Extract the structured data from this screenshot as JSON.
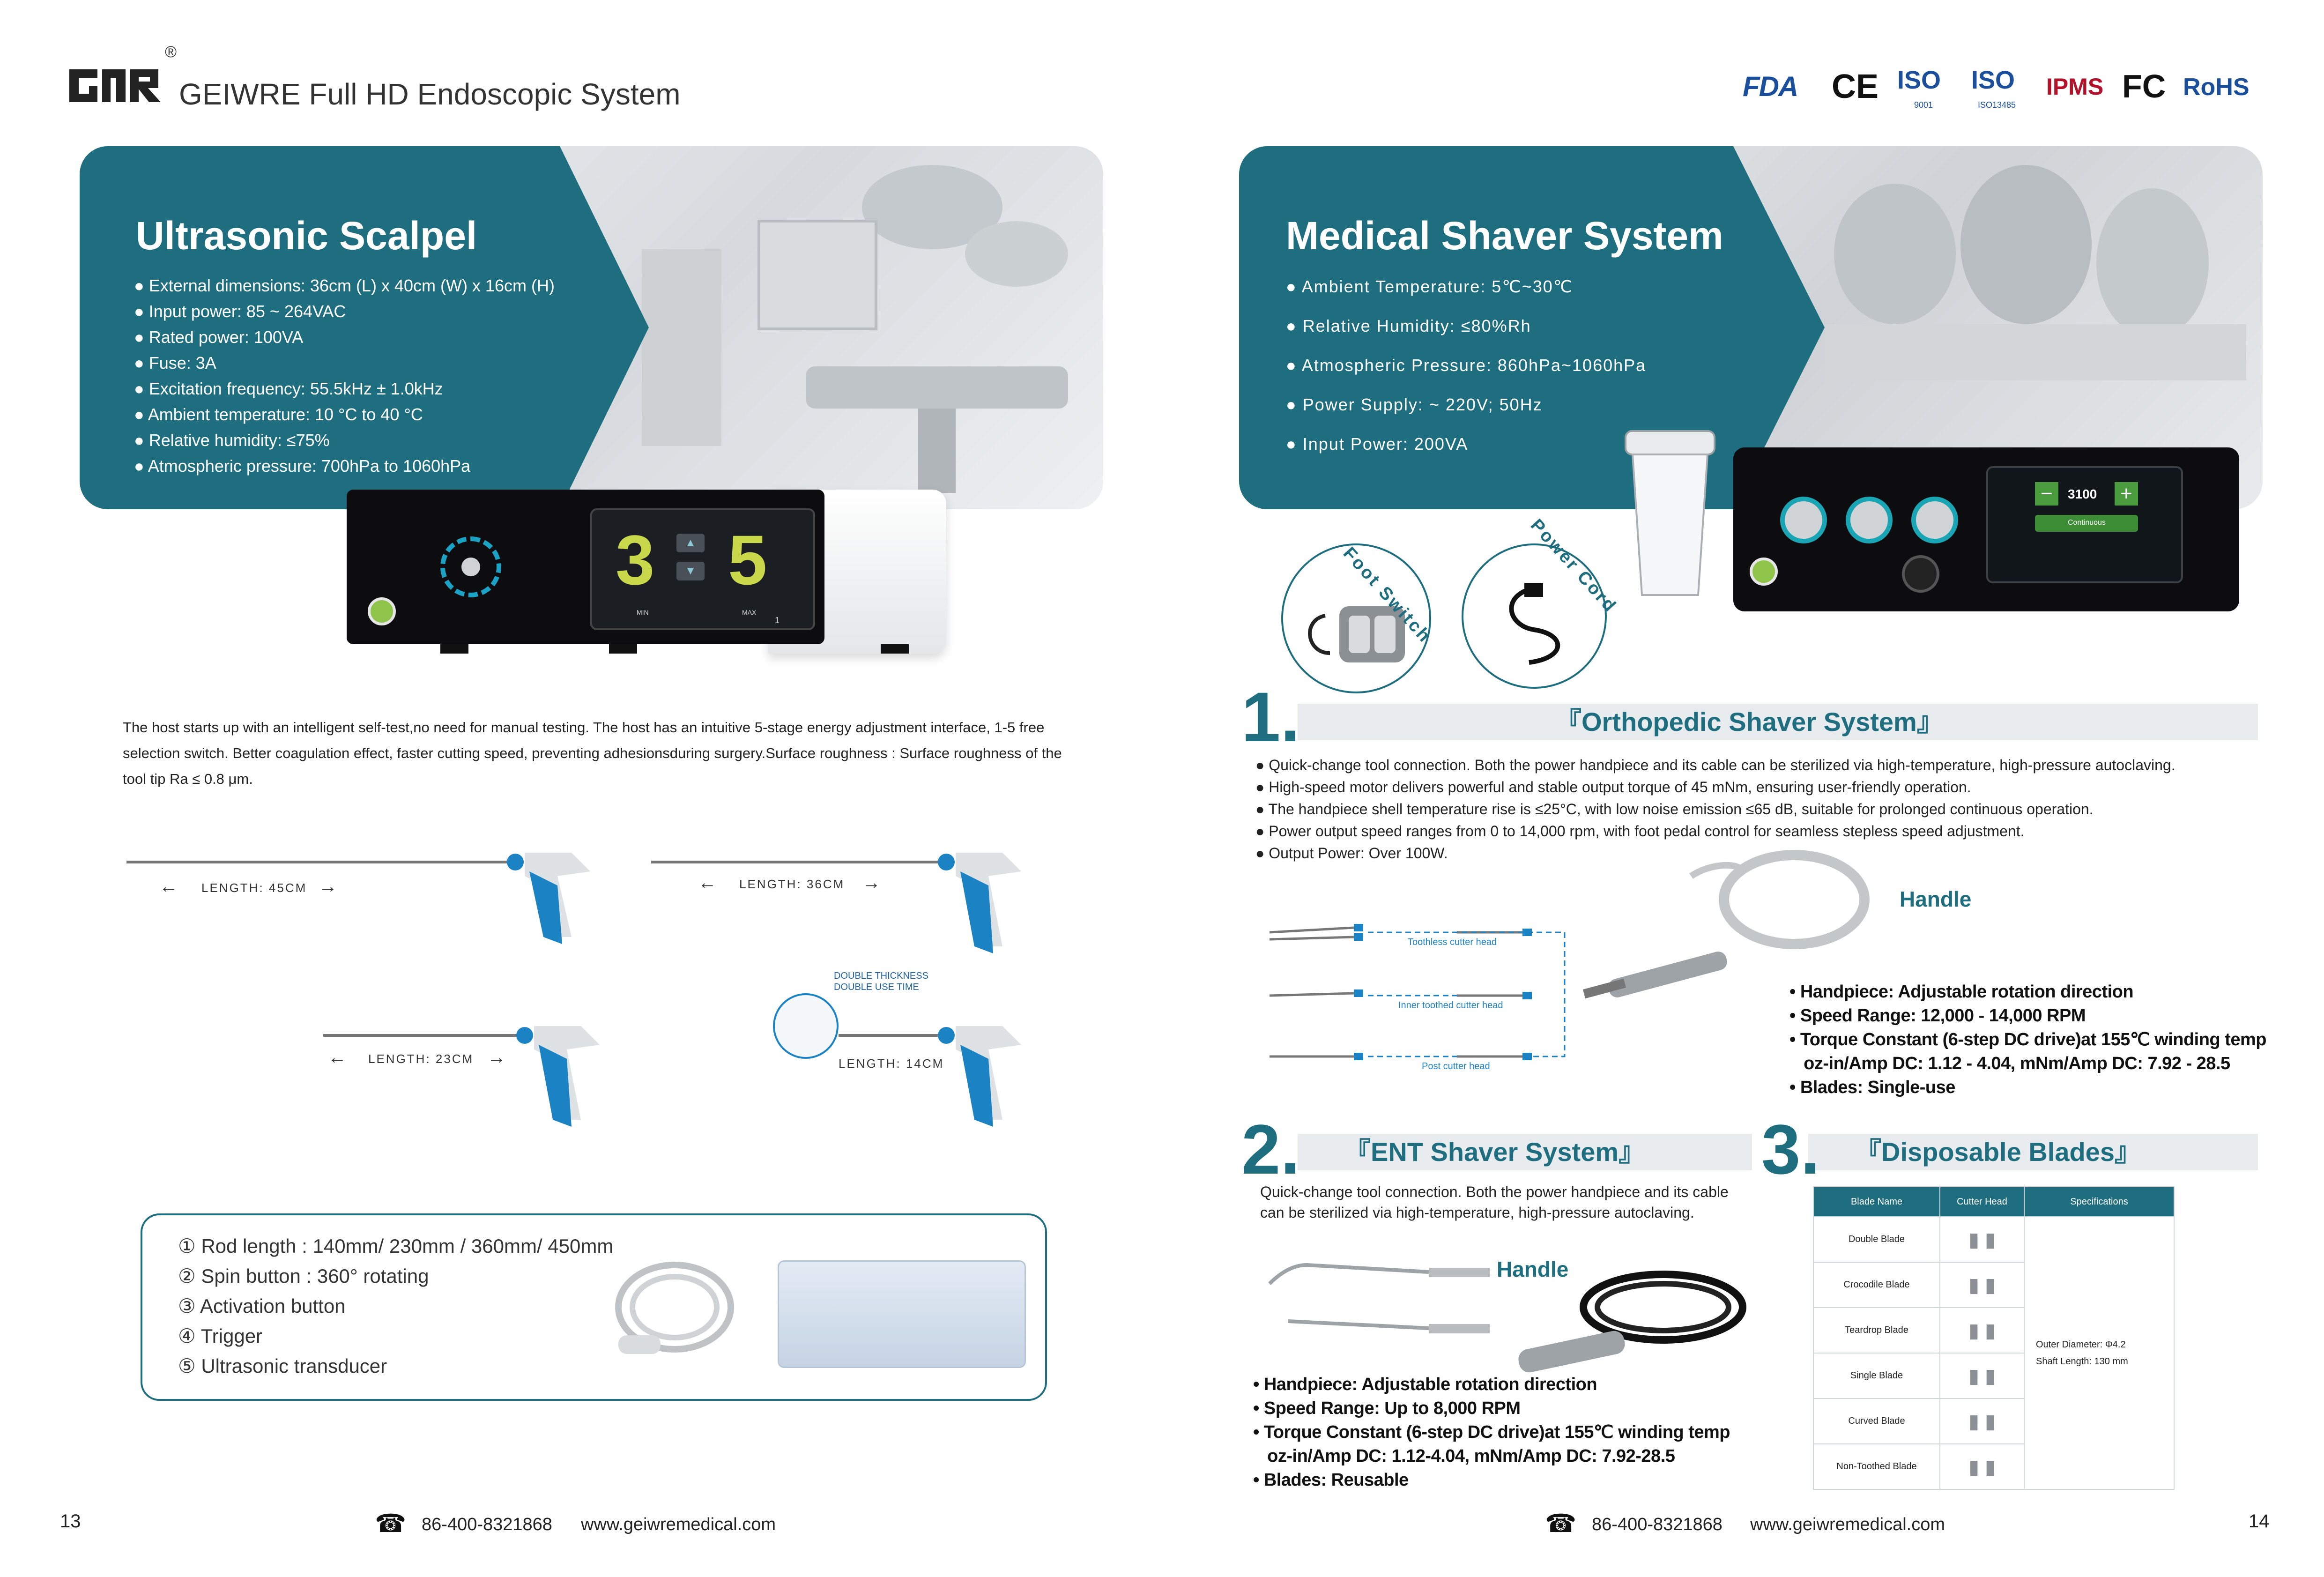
{
  "header": {
    "brand_name": "GEIWRE Full HD Endoscopic System",
    "registered_mark": "®",
    "certifications": [
      "FDA",
      "CE",
      "ISO",
      "ISO",
      "IPMS",
      "FC",
      "RoHS"
    ],
    "iso_1_sub": "9001",
    "iso_2_sub": "ISO13485"
  },
  "left": {
    "panel_title": "Ultrasonic Scalpel",
    "specs": [
      "● External dimensions: 36cm (L) x 40cm (W) x 16cm (H)",
      "● Input power:  85 ~ 264VAC",
      "● Rated power: 100VA",
      "● Fuse: 3A",
      "● Excitation frequency: 55.5kHz ± 1.0kHz",
      "● Ambient temperature: 10 °C to 40 °C",
      "● Relative humidity: ≤75%",
      "● Atmospheric pressure: 700hPa to 1060hPa"
    ],
    "screen": {
      "min_value": "3",
      "max_value": "5",
      "min_label": "MIN",
      "max_label": "MAX",
      "level": "1"
    },
    "description": "The host starts up with an intelligent self-test,no need for manual testing. The host has an intuitive 5-stage energy adjustment interface, 1-5 free selection switch. Better coagulation effect, faster cutting speed, preventing adhesionsduring surgery.Surface roughness : Surface roughness of the tool tip Ra ≤ 0.8 μm.",
    "lengths": [
      "LENGTH: 45CM",
      "LENGTH: 36CM",
      "LENGTH: 23CM",
      "LENGTH: 14CM"
    ],
    "double_thickness": "DOUBLE THICKNESS",
    "double_use": "DOUBLE USE TIME",
    "components": [
      "① Rod length : 140mm/ 230mm / 360mm/ 450mm",
      "② Spin button : 360° rotating",
      "③ Activation button",
      "④ Trigger",
      "⑤ Ultrasonic transducer"
    ],
    "page_number": "13",
    "phone": "86-400-8321868",
    "website": "www.geiwremedical.com"
  },
  "right": {
    "panel_title": "Medical Shaver System",
    "specs": [
      "● Ambient Temperature: 5℃~30℃",
      "● Relative Humidity: ≤80%Rh",
      "● Atmospheric Pressure: 860hPa~1060hPa",
      "● Power Supply: ~ 220V; 50Hz",
      "● Input Power: 200VA"
    ],
    "foot_switch": "Foot Switch",
    "power_cord": "Power Cord",
    "screen_value": "3100",
    "screen_mode": "Continuous",
    "section1": {
      "number": "1.",
      "title": "『Orthopedic Shaver System』",
      "bullets": [
        "● Quick-change tool connection. Both the power handpiece and its cable can be sterilized via high-temperature, high-pressure autoclaving.",
        "● High-speed motor delivers powerful and stable output torque of 45 mNm, ensuring user-friendly operation.",
        "● The handpiece shell temperature rise is ≤25°C, with low noise emission ≤65 dB, suitable for prolonged continuous operation.",
        "● Power output speed ranges from 0 to 14,000 rpm, with foot pedal control for seamless stepless speed adjustment.",
        "● Output Power: Over 100W."
      ],
      "cutter_labels": [
        "Toothless cutter head",
        "Inner toothed cutter head",
        "Post cutter head"
      ],
      "handle_label": "Handle",
      "handle_specs": [
        "• Handpiece: Adjustable rotation direction",
        "• Speed Range: 12,000 - 14,000 RPM",
        "• Torque Constant (6-step DC drive)at 155℃ winding temp",
        "   oz-in/Amp DC: 1.12 - 4.04, mNm/Amp DC: 7.92 - 28.5",
        "• Blades: Single-use"
      ]
    },
    "section2": {
      "number": "2.",
      "title": "『ENT Shaver System』",
      "description": "Quick-change tool connection. Both the power handpiece and its cable can be sterilized via high-temperature, high-pressure autoclaving.",
      "handle_label": "Handle",
      "handle_specs": [
        "• Handpiece: Adjustable rotation direction",
        "• Speed Range: Up to 8,000 RPM",
        "• Torque Constant (6-step DC drive)at 155℃ winding temp",
        "   oz-in/Amp DC: 1.12-4.04, mNm/Amp DC: 7.92-28.5",
        "• Blades: Reusable"
      ]
    },
    "section3": {
      "number": "3.",
      "title": "『Disposable Blades』",
      "table": {
        "headers": [
          "Blade Name",
          "Cutter Head",
          "Specifications"
        ],
        "rows": [
          "Double Blade",
          "Crocodile Blade",
          "Teardrop Blade",
          "Single Blade",
          "Curved Blade",
          "Non-Toothed Blade"
        ],
        "spec_line1": "Outer Diameter: Φ4.2",
        "spec_line2": "Shaft Length: 130 mm"
      }
    },
    "page_number": "14",
    "phone": "86-400-8321868",
    "website": "www.geiwremedical.com"
  },
  "colors": {
    "teal": "#1f6e80",
    "blue_accent": "#1b82c4",
    "cert_blue": "#1b4f9c"
  }
}
